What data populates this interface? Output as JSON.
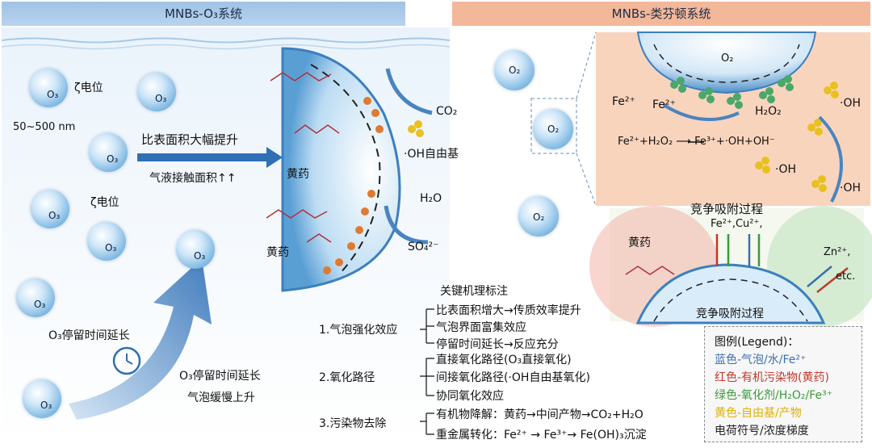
{
  "headers": {
    "left": "MNBs-O₃系统",
    "right": "MNBs-类芬顿系统"
  },
  "left_panel": {
    "zeta1": "ζ电位",
    "zeta2": "ζ电位",
    "size": "50~500 nm",
    "arrow1": "比表面积大幅提升",
    "contact": "气液接触面积↑↑",
    "residence": "O₃停留时间延长",
    "residence2": "O₃停留时间延长",
    "rise": "气泡缓慢上升",
    "o3": "O₃",
    "drug1": "黄药",
    "drug2": "黄药",
    "co2": "CO₂",
    "oh": "·OH自由基",
    "h2o": "H₂O",
    "so4": "SO₄²⁻"
  },
  "right_panel": {
    "o2": "O₂",
    "fe2a": "Fe²⁺",
    "fe2b": "Fe²⁺",
    "h2o2": "H₂O₂",
    "oh1": "·OH",
    "oh2": "·OH",
    "oh3": "·OH",
    "reaction": "Fe²⁺+H₂O₂  ⟶ Fe³⁺+·OH+OH⁻",
    "compete_top": "竞争吸附过程",
    "compete_bottom": "竞争吸附过程",
    "ions": "Fe²⁺,Cu²⁺,",
    "zn": "Zn²⁺,",
    "etc": "etc.",
    "drug": "黄药"
  },
  "mechanism": {
    "title": "关键机理标注",
    "groups": [
      {
        "head": "1.气泡强化效应",
        "items": [
          "比表面积增大→传质效率提升",
          "气泡界面富集效应",
          "停留时间延长→反应充分"
        ]
      },
      {
        "head": "2.氧化路径",
        "items": [
          "直接氧化路径(O₃直接氧化)",
          "间接氧化路径(·OH自由基氧化)",
          "协同氧化效应"
        ]
      },
      {
        "head": "3.污染物去除",
        "items": [
          "有机物降解：黄药→中间产物→CO₂+H₂O",
          "重金属转化：Fe²⁺ → Fe³⁺→ Fe(OH)₃沉淀"
        ]
      }
    ]
  },
  "legend": {
    "title": "图例(Legend)：",
    "items": [
      {
        "text": "蓝色-气泡/水/Fe²⁺",
        "color": "#3a6fb0"
      },
      {
        "text": "红色-有机污染物(黄药)",
        "color": "#c0392b"
      },
      {
        "text": "绿色-氧化剂/H₂O₂/Fe³⁺",
        "color": "#3a9a3a"
      },
      {
        "text": "黄色-自由基/产物",
        "color": "#e0b000"
      },
      {
        "text": "电荷符号/浓度梯度",
        "color": "#222222"
      }
    ]
  }
}
